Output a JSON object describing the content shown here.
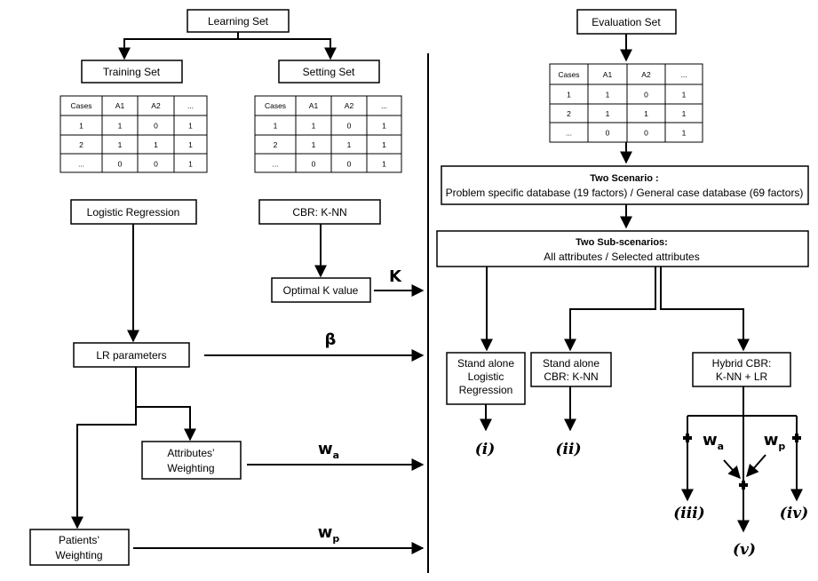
{
  "left": {
    "learning_set": "Learning Set",
    "training_set": "Training Set",
    "setting_set": "Setting Set",
    "logistic_regression": "Logistic Regression",
    "cbr_knn": "CBR: K-NN",
    "optimal_k": "Optimal K value",
    "lr_parameters": "LR parameters",
    "attributes_weighting": [
      "Attributes’",
      "Weighting"
    ],
    "patients_weighting": [
      "Patients’",
      "Weighting"
    ]
  },
  "table": {
    "headers": [
      "Cases",
      "A1",
      "A2",
      "..."
    ],
    "rows": [
      [
        "1",
        "1",
        "0",
        "1"
      ],
      [
        "2",
        "1",
        "1",
        "1"
      ],
      [
        "...",
        "0",
        "0",
        "1"
      ]
    ]
  },
  "symbols": {
    "k": "K",
    "beta": "β",
    "w": "w",
    "a": "a",
    "p": "p"
  },
  "right": {
    "evaluation_set": "Evaluation Set",
    "two_scenario_title": "Two Scenario :",
    "two_scenario_text": "Problem specific database (19 factors) / General case database (69 factors)",
    "sub_scenarios_title": "Two Sub-scenarios:",
    "sub_scenarios_text": "All attributes / Selected attributes",
    "standalone_lr": [
      "Stand alone",
      "Logistic",
      "Regression"
    ],
    "standalone_cbr": [
      "Stand alone",
      "CBR: K-NN"
    ],
    "hybrid_cbr": [
      "Hybrid CBR:",
      "K-NN + LR"
    ]
  },
  "outcomes": [
    "(i)",
    "(ii)",
    "(iii)",
    "(iv)",
    "(v)"
  ]
}
